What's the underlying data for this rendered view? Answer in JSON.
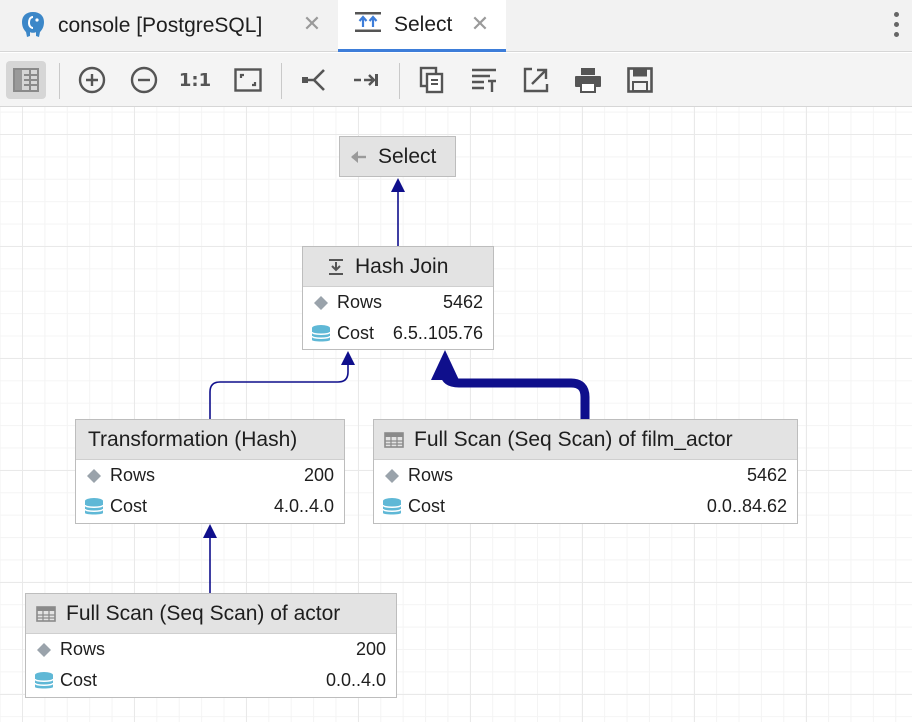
{
  "tabs": [
    {
      "label": "console [PostgreSQL]",
      "icon": "postgresql-elephant-icon",
      "active": false
    },
    {
      "label": "Select",
      "icon": "select-query-icon",
      "active": true
    }
  ],
  "accent_color": "#3d7dd9",
  "edge_color": "#0f0f8c",
  "toolbar": {
    "icons": [
      "table-view-icon",
      "zoom-in-icon",
      "zoom-out-icon",
      "actual-size-icon",
      "fit-to-screen-icon",
      "layout-icon",
      "route-icon",
      "copy-icon",
      "show-text-icon",
      "export-icon",
      "print-icon",
      "save-icon"
    ],
    "actual_size_label": "1:1"
  },
  "plan": {
    "select": {
      "title": "Select"
    },
    "hash_join": {
      "title": "Hash Join",
      "rows_label": "Rows",
      "rows": "5462",
      "cost_label": "Cost",
      "cost": "6.5..105.76"
    },
    "transformation": {
      "title": "Transformation (Hash)",
      "rows_label": "Rows",
      "rows": "200",
      "cost_label": "Cost",
      "cost": "4.0..4.0"
    },
    "scan_film_actor": {
      "title": "Full Scan (Seq Scan) of film_actor",
      "rows_label": "Rows",
      "rows": "5462",
      "cost_label": "Cost",
      "cost": "0.0..84.62"
    },
    "scan_actor": {
      "title": "Full Scan (Seq Scan) of actor",
      "rows_label": "Rows",
      "rows": "200",
      "cost_label": "Cost",
      "cost": "0.0..4.0"
    }
  }
}
